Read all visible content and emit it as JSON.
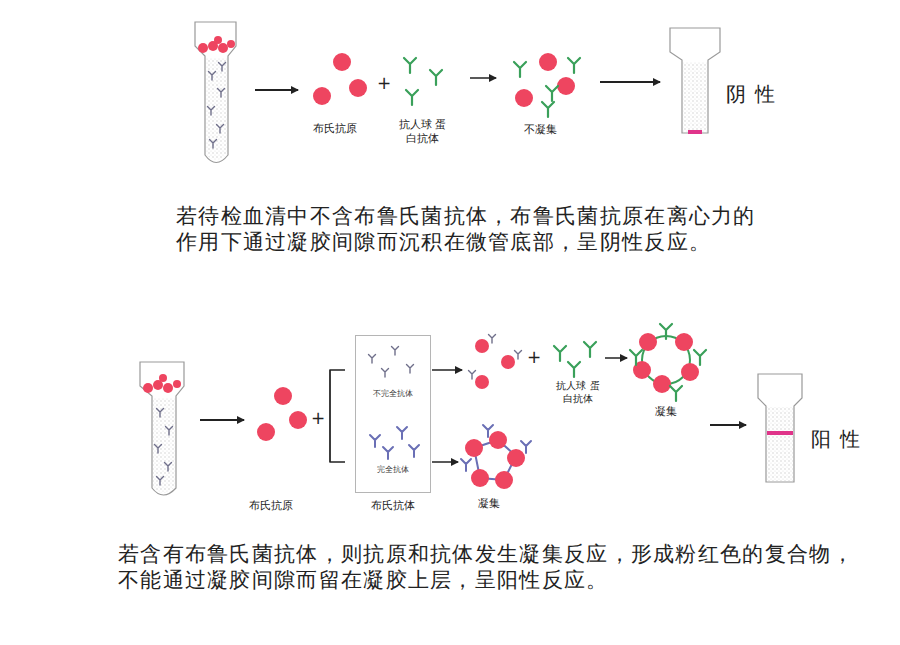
{
  "diagram": {
    "nodes": [
      {
        "text": [
          "不完全抗体",
          "完全抗体",
          "布氏抗体"
        ]
      }
    ],
    "labels": [
      "布氏抗原",
      "+",
      "抗人球 蛋白抗体",
      "不凝集",
      "阴 性",
      "若待检血清中不含布鲁氏菌抗体，布鲁氏菌抗原在离心力的 作用下通过凝胶间隙而沉积在微管底部，呈阴性反应。",
      "布氏抗原",
      "+",
      "+",
      "抗人球 蛋白抗体",
      "凝集",
      "凝集",
      "阳 性",
      "若含有布鲁氏菌抗体，则抗原和抗体发生凝集反应，形成粉红色的复合物， 不能通过凝胶间隙而留在凝胶上层，呈阳性反应。"
    ]
  }
}
